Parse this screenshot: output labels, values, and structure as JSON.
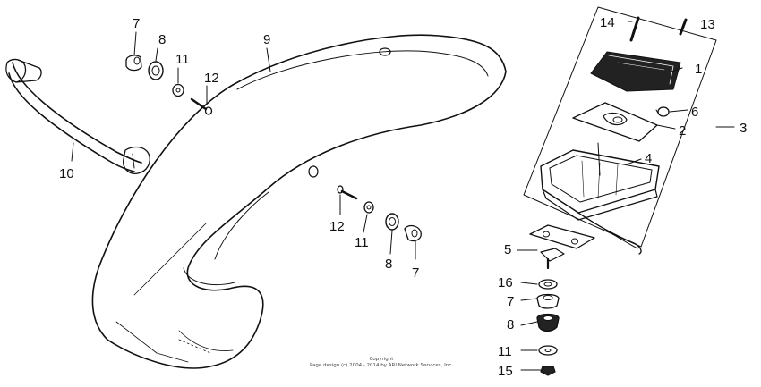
{
  "callouts": {
    "c14": "14",
    "c13": "13",
    "c1": "1",
    "c6": "6",
    "c2": "2",
    "c3": "3",
    "c4": "4",
    "c5": "5",
    "c16": "16",
    "c7b": "7",
    "c8b": "8",
    "c11b": "11",
    "c15": "15",
    "c7a": "7",
    "c8a": "8",
    "c11a": "11",
    "c12a": "12",
    "c9": "9",
    "c10": "10",
    "c12b": "12",
    "c11c": "11",
    "c8c": "8",
    "c7c": "7"
  },
  "copyright": {
    "line1": "Copyright",
    "line2": "Page design (c) 2004 - 2014 by ARI Network Services, Inc."
  }
}
